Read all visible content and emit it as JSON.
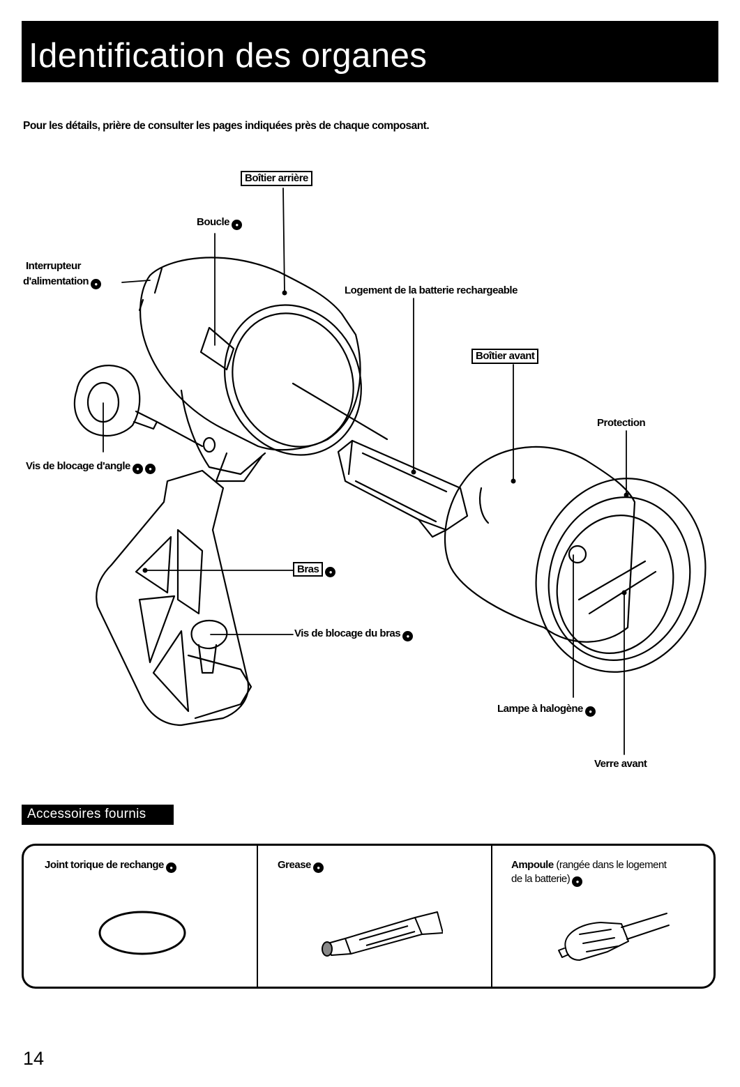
{
  "header": {
    "title": "Identification des organes"
  },
  "intro_text": "Pour les détails, prière de consulter les pages indiquées près de chaque composant.",
  "labels": {
    "boitier_arriere": "Boîtier arrière",
    "boucle": "Boucle",
    "interrupteur_line1": "Interrupteur",
    "interrupteur_line2": "d'alimentation",
    "logement": "Logement de la batterie rechargeable",
    "boitier_avant": "Boîtier avant",
    "protection": "Protection",
    "vis_angle": "Vis de blocage d'angle",
    "bras": "Bras",
    "vis_bras": "Vis de blocage du bras",
    "lampe": "Lampe à halogène",
    "verre": "Verre avant"
  },
  "accessories": {
    "heading": "Accessoires fournis",
    "items": [
      {
        "title": "Joint torique de rechange",
        "icon": "o-ring-icon"
      },
      {
        "title": "Grease",
        "icon": "grease-tube-icon"
      },
      {
        "title": "Ampoule",
        "note_line1": "(rangée dans le logement",
        "note_line2": "de la batterie)",
        "icon": "halogen-bulb-icon"
      }
    ]
  },
  "page_number": "14"
}
